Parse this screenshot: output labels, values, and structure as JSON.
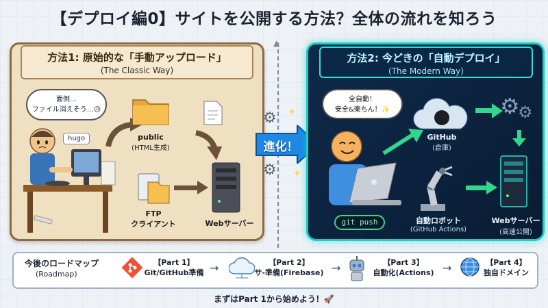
{
  "title": "【デプロイ編0】サイトを公開する方法？全体の流れを知ろう",
  "left": {
    "heading": "方法1: 原始的な「手動アップロード」",
    "subheading": "(The Classic Way)",
    "bubble_line1": "面倒…",
    "bubble_line2": "ファイル消えそう…😥",
    "tag": "hugo",
    "public_label": "public",
    "public_sub": "(HTML生成)",
    "ftp_label": "FTP",
    "ftp_sub": "クライアント",
    "server_label": "Webサーバー"
  },
  "evolve_label": "進化！",
  "right": {
    "heading": "方法2: 今どきの「自動デプロイ」",
    "subheading": "(The Modern Way)",
    "bubble_line1": "全自動！",
    "bubble_line2": "安全&楽ちん！✨",
    "github_label": "GitHub",
    "github_sub": "(倉庫)",
    "robot_label": "自動ロボット",
    "robot_sub": "(GitHub Actions)",
    "server_label": "Webサーバー",
    "server_sub": "(高速公開)",
    "git_push": "git push"
  },
  "roadmap": {
    "title": "今後のロードマップ",
    "subtitle": "(Roadmap)",
    "steps": [
      {
        "part": "【Part 1】",
        "text": "Git/GitHub準備",
        "icon": "git-icon"
      },
      {
        "part": "【Part 2】",
        "text": "サ-準備(Firebase)",
        "icon": "cloud-icon"
      },
      {
        "part": "【Part 3】",
        "text": "自動化(Actions)",
        "icon": "robot-icon"
      },
      {
        "part": "【Part 4】",
        "text": "独自ドメイン",
        "icon": "globe-icon"
      }
    ]
  },
  "footer": "まずはPart 1から始めよう！🚀",
  "colors": {
    "left_bg": "#efe0c2",
    "left_border": "#8b6a3f",
    "right_bg": "#0e2a4a",
    "right_border": "#19d0c6",
    "arrow": "#1e88e5"
  }
}
